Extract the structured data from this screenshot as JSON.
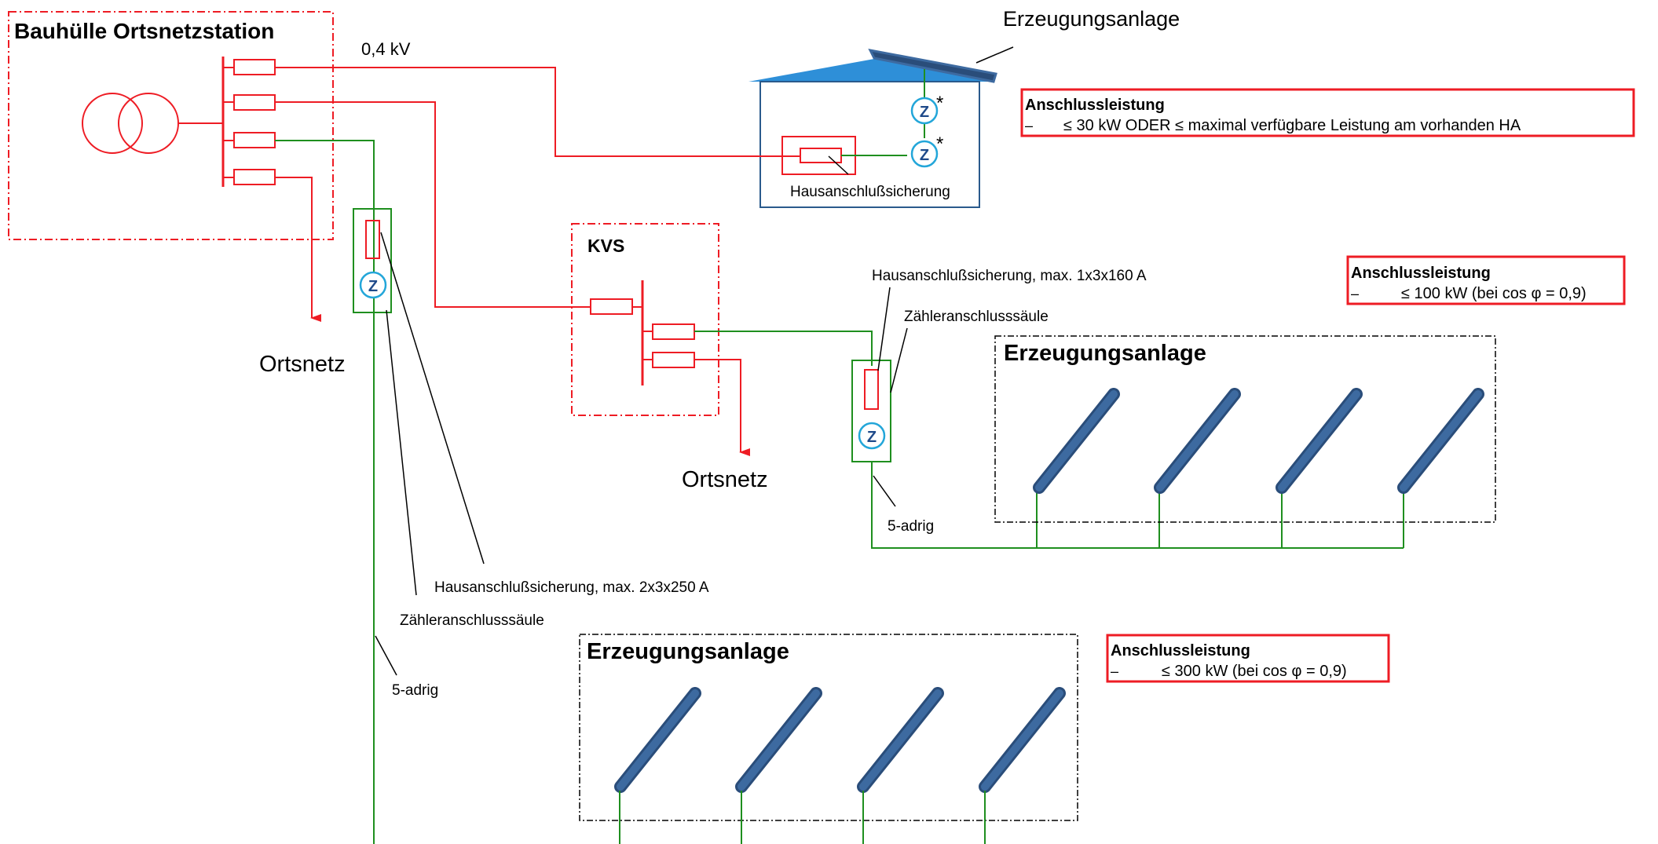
{
  "colors": {
    "red": "#ee1c24",
    "green": "#1f8f1f",
    "panel_blue": "#3d6aa0",
    "panel_dark": "#2a4d7a",
    "roof_blue": "#2e8fd8",
    "house_outline": "#2a5a8c",
    "meter_blue": "#23a6d9",
    "black": "#000000"
  },
  "labels": {
    "station_title": "Bauhülle Ortsnetzstation",
    "voltage": "0,4 kV",
    "top_generator": "Erzeugungsanlage",
    "house_fuse": "Hausanschlußsicherung",
    "ortsnetz_left": "Ortsnetz",
    "ortsnetz_mid": "Ortsnetz",
    "kvs": "KVS",
    "fuse_mid": "Hausanschlußsicherung, max. 1x3x160 A",
    "meter_column_mid": "Zähleranschlusssäule",
    "five_wire_mid": "5-adrig",
    "fuse_left": "Hausanschlußsicherung, max. 2x3x250 A",
    "meter_column_left": "Zähleranschlusssäule",
    "five_wire_left": "5-adrig",
    "gen_area_mid": "Erzeugungsanlage",
    "gen_area_bottom": "Erzeugungsanlage",
    "meter_symbol": "Z",
    "asterisk": "*"
  },
  "info_boxes": {
    "box_30": {
      "title": "Anschlussleistung",
      "bullet": "–",
      "text": "≤ 30 kW   ODER   ≤ maximal verfügbare Leistung am vorhanden HA"
    },
    "box_100": {
      "title": "Anschlussleistung",
      "bullet": "–",
      "text": "≤ 100 kW (bei cos φ = 0,9)"
    },
    "box_300": {
      "title": "Anschlussleistung",
      "bullet": "–",
      "text": "≤ 300 kW (bei cos φ = 0,9)"
    }
  }
}
